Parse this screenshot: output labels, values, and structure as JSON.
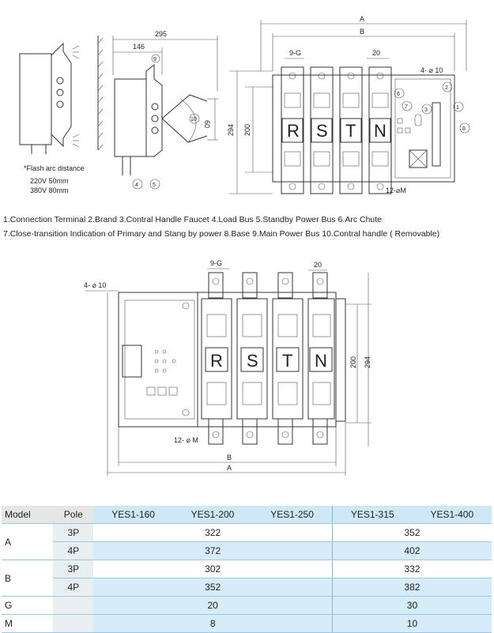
{
  "drawing1": {
    "dim_295": "295",
    "dim_146": "146",
    "dim_60": "60",
    "callout_9": "9",
    "callout_10": "10",
    "callout_4": "4",
    "callout_5": "5",
    "flash_title": "*Flash arc distance",
    "flash_220": "220V  50mm",
    "flash_380": "380V  80mm"
  },
  "drawing2": {
    "dim_A": "A",
    "dim_B": "B",
    "dim_9G": "9-G",
    "dim_20": "20",
    "dim_4phi10": "4- ⌀ 10",
    "dim_294": "294",
    "dim_200": "200",
    "dim_12M": "12-⌀M",
    "letters": [
      "R",
      "S",
      "T",
      "N"
    ],
    "callouts": [
      "1",
      "2",
      "3",
      "6",
      "7",
      "8"
    ]
  },
  "legend": {
    "line1": "1.Connection Terminal   2.Brand      3.Contral Handle Faucet     4.Load Bus     5.Standby Power Bus     6.Arc Chute",
    "line2": "7.Close-transition Indication of Primary and Stang by power   8.Base   9.Main Power Bus   10.Contral handle ( Removable)"
  },
  "drawing3": {
    "dim_9G": "9-G",
    "dim_20": "20",
    "dim_4phi10": "4- ⌀ 10",
    "dim_200": "200",
    "dim_294": "294",
    "dim_12M": "12- ⌀ M",
    "dim_B": "B",
    "dim_A": "A",
    "letters": [
      "R",
      "S",
      "T",
      "N"
    ]
  },
  "table": {
    "header": {
      "model": "Model",
      "pole": "Pole",
      "models": [
        "YES1-160",
        "YES1-200",
        "YES1-250",
        "YES1-315",
        "YES1-400"
      ]
    },
    "rows": [
      {
        "label": "A",
        "pole": "3P",
        "left": "322",
        "right": "352"
      },
      {
        "label": "",
        "pole": "4P",
        "left": "372",
        "right": "402"
      },
      {
        "label": "B",
        "pole": "3P",
        "left": "302",
        "right": "332"
      },
      {
        "label": "",
        "pole": "4P",
        "left": "352",
        "right": "382"
      },
      {
        "label": "G",
        "pole": "",
        "left": "20",
        "right": "30"
      },
      {
        "label": "M",
        "pole": "",
        "left": "8",
        "right": "10"
      }
    ]
  }
}
